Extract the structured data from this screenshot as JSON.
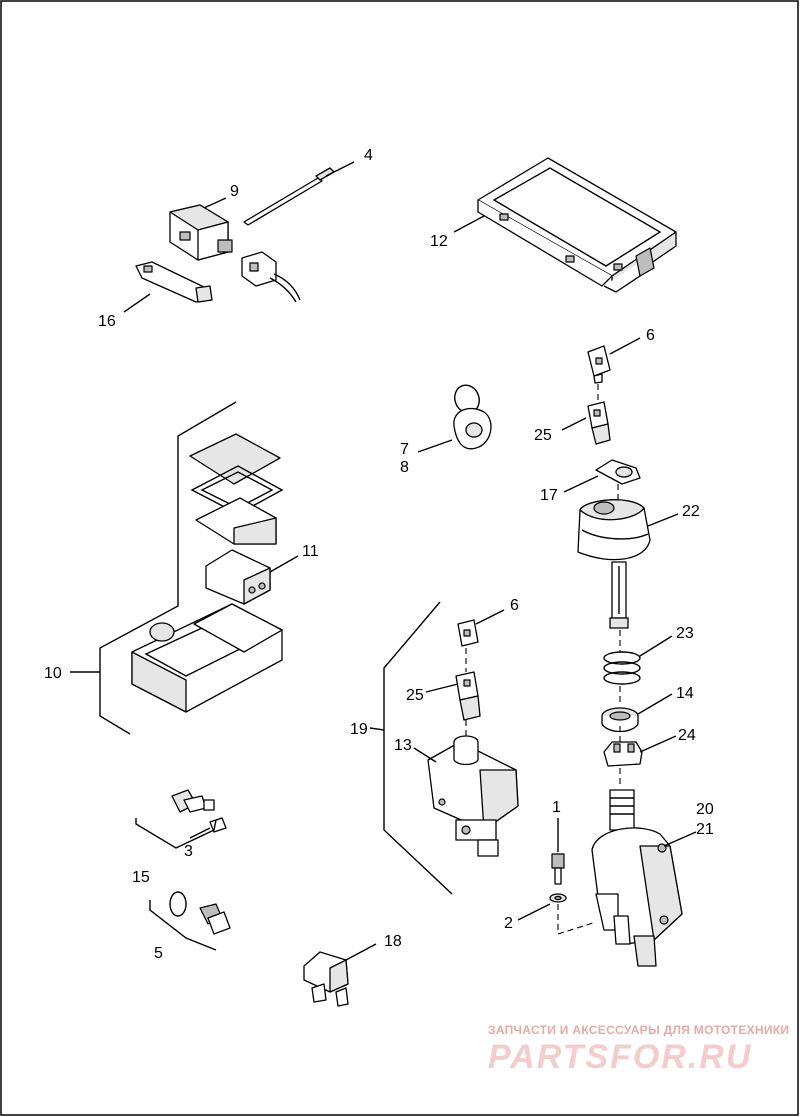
{
  "callouts": {
    "c1": "1",
    "c2": "2",
    "c3": "3",
    "c4": "4",
    "c5": "5",
    "c6a": "6",
    "c6b": "6",
    "c7": "7",
    "c8": "8",
    "c9": "9",
    "c10": "10",
    "c11": "11",
    "c12": "12",
    "c13": "13",
    "c14": "14",
    "c15": "15",
    "c16": "16",
    "c17": "17",
    "c18": "18",
    "c19": "19",
    "c20": "20",
    "c21": "21",
    "c22": "22",
    "c23": "23",
    "c24": "24",
    "c25a": "25",
    "c25b": "25"
  },
  "watermark": {
    "tagline": "ЗАПЧАСТИ И АКСЕССУАРЫ ДЛЯ МОТОТЕХНИКИ",
    "brand": "PARTSFOR.RU"
  },
  "colors": {
    "line": "#000000",
    "watermark_text": "#e8a9a9",
    "watermark_brand": "#f4cccc"
  }
}
